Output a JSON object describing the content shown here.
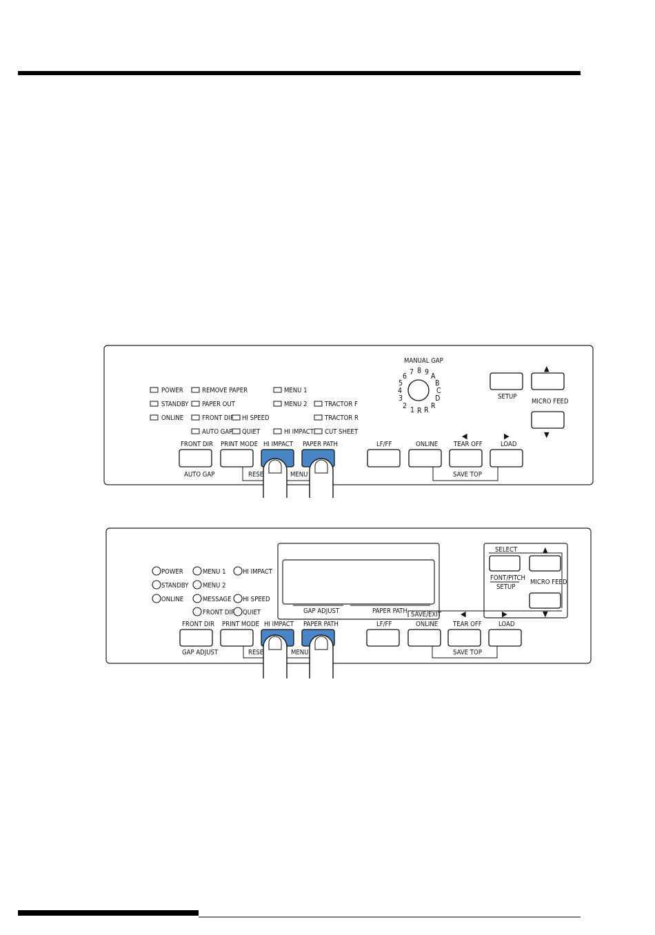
{
  "colors": {
    "highlight": "#4a86c5",
    "ink": "#111111"
  },
  "panel_a": {
    "manual_gap_label": "MANUAL GAP",
    "dial_marks": [
      "1",
      "2",
      "3",
      "4",
      "5",
      "6",
      "7",
      "8",
      "9",
      "A",
      "B",
      "C",
      "D",
      "R",
      "R",
      "R"
    ],
    "leds": [
      "POWER",
      "STANDBY",
      "ONLINE",
      "REMOVE PAPER",
      "PAPER OUT",
      "FRONT DIR",
      "AUTO GAP",
      "HI SPEED",
      "QUIET",
      "MENU 1",
      "MENU 2",
      "HI IMPACT",
      "TRACTOR F",
      "TRACTOR R",
      "CUT SHEET"
    ],
    "keys": {
      "front_dir": "FRONT DIR",
      "print_mode": "PRINT MODE",
      "hi_impact": "HI IMPACT",
      "paper_path": "PAPER PATH",
      "lf_ff": "LF/FF",
      "online": "ONLINE",
      "tear_off": "TEAR OFF",
      "load": "LOAD",
      "setup": "SETUP",
      "micro_feed": "MICRO FEED"
    },
    "sub_labels": {
      "auto_gap": "AUTO GAP",
      "reset": "RESE",
      "menu": "MENU",
      "save_top": "SAVE TOP"
    },
    "arrows": {
      "left": "◀",
      "right": "▶",
      "up": "▲",
      "down": "▼"
    }
  },
  "panel_b": {
    "leds": [
      "POWER",
      "STANDBY",
      "ONLINE",
      "MENU 1",
      "MENU 2",
      "MESSAGE",
      "FRONT DIR",
      "HI IMPACT",
      "HI SPEED",
      "QUIET"
    ],
    "display_labels": {
      "gap_adjust": "GAP ADJUST",
      "paper_path": "PAPER PATH"
    },
    "keys": {
      "front_dir": "FRONT DIR",
      "print_mode": "PRINT MODE",
      "hi_impact": "HI IMPACT",
      "paper_path": "PAPER PATH",
      "lf_ff": "LF/FF",
      "online": "ONLINE",
      "tear_off": "TEAR OFF",
      "load": "LOAD",
      "micro_feed": "MICRO FEED"
    },
    "sub_labels": {
      "gap_adjust": "GAP ADJUST",
      "reset": "RESE",
      "menu": "MENU",
      "save_top": "SAVE TOP",
      "select": "SELECT",
      "font_pitch": "FONT/PITCH",
      "setup": "SETUP",
      "save_exit": "SAVE/EXIT"
    },
    "arrows": {
      "left": "◀",
      "right": "▶",
      "up": "▲",
      "down": "▼"
    }
  }
}
